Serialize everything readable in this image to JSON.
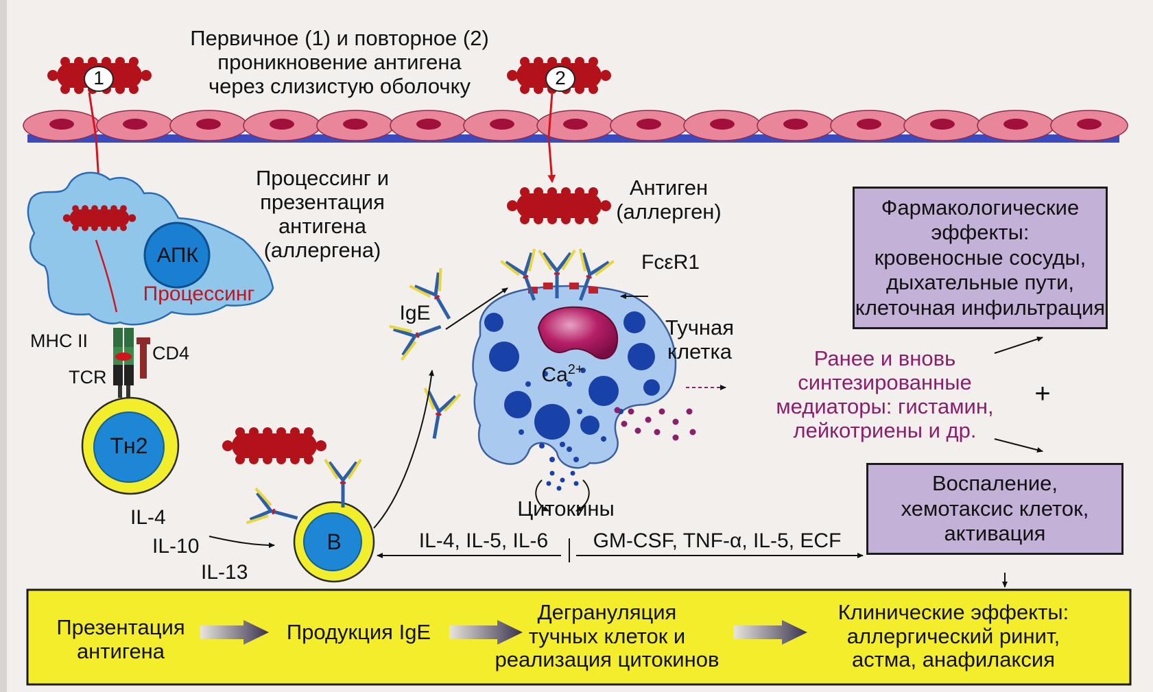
{
  "colors": {
    "antigen": "#b4121b",
    "epithelium": "#e9869a",
    "epithelium_nucleus": "#a0103b",
    "membrane": "#3b4bb3",
    "apc_fill": "#8fc6ea",
    "apc_nucleus": "#1b7fd1",
    "processing_label": "#c8121b",
    "mast_fill": "#aac9ee",
    "granule": "#1842a8",
    "mast_nucleus": "#9c1258",
    "mediator_text": "#8a1f6b",
    "yellow": "#f3ed2c",
    "purple_box": "#c4b1d7",
    "t_cell_ring": "#f3ee2c",
    "t_cell_core": "#1d87d6"
  },
  "title": "Первичное (1) и повторное (2)\nпроникновение антигена\nчерез слизистую оболочку",
  "antigen1_number": "1",
  "antigen2_number": "2",
  "apc": {
    "process_label": "Процессинг и\nпрезентация\nантигена\n(аллергена)",
    "apc_label": "АПК",
    "processing": "Процессинг",
    "mhc": "MHC II",
    "cd4": "CD4",
    "tcr": "TCR",
    "th2": "Tн2"
  },
  "cytokines_left": [
    "IL-4",
    "IL-10",
    "IL-13"
  ],
  "b_cell": "B",
  "ige_label": "IgE",
  "antigen_allergen": "Антиген\n(аллерген)",
  "fcer1": "FcεR1",
  "mast_cell_label": "Тучная\nклетка",
  "ca_label": "Ca",
  "ca_sup": "2+",
  "cytokines_label": "Цитокины",
  "cytokines_b": "IL-4, IL-5, IL-6",
  "cytokines_right": "GM-CSF, TNF-α, IL-5, ECF",
  "pharm_box": "Фармакологические\nэффекты:\nкровеносные сосуды,\nдыхательные пути,\nклеточная инфильтрация",
  "mediators": "Ранее и вновь\nсинтезированные\nмедиаторы: гистамин,\nлейкотриены и др.",
  "plus": "+",
  "inflam_box": "Воспаление,\nхемотаксис клеток,\nактивация",
  "bottom": {
    "step1": "Презентация\nантигена",
    "step2": "Продукция IgE",
    "step3": "Дегрануляция\nтучных клеток и\nреализация цитокинов",
    "step4": "Клинические эффекты:\nаллергический ринит,\nастма, анафилаксия"
  },
  "icons": [
    "antigen-icon",
    "epithelium-cell-icon",
    "apc-cell-icon",
    "t-cell-icon",
    "b-cell-icon",
    "antibody-icon",
    "mast-cell-icon",
    "arrow-icon"
  ]
}
